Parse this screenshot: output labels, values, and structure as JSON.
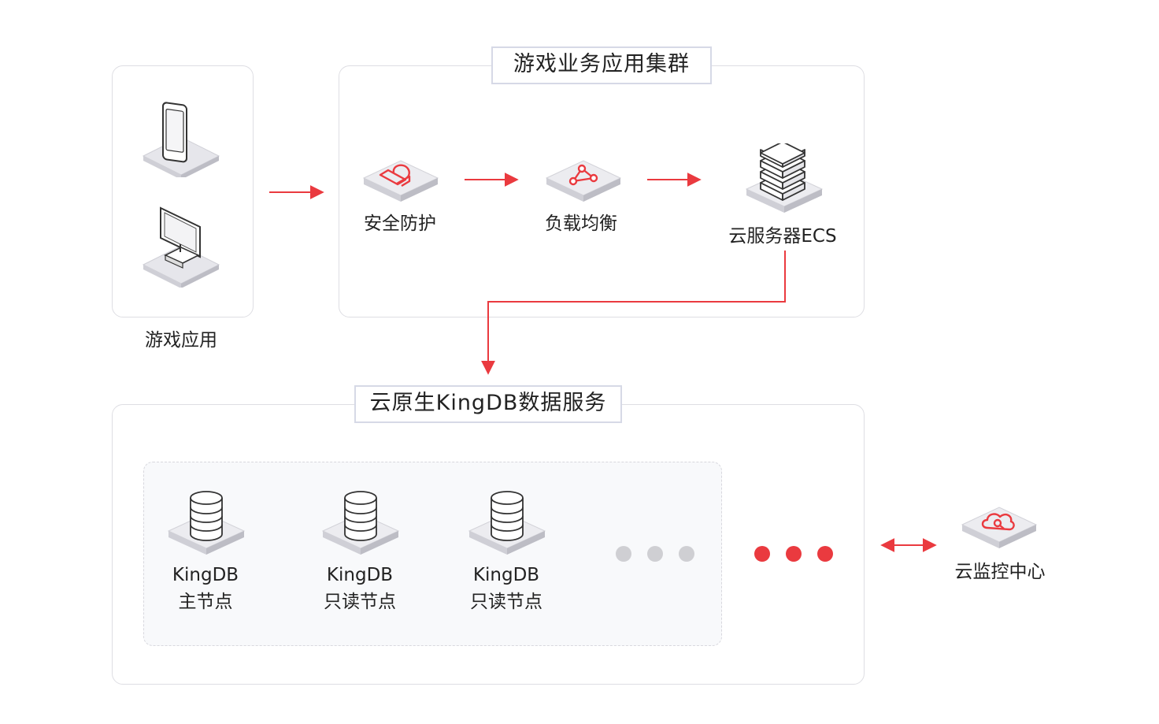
{
  "game_app": {
    "label": "游戏应用"
  },
  "cluster": {
    "title": "游戏业务应用集群",
    "security_label": "安全防护",
    "lb_label": "负载均衡",
    "ecs_label": "云服务器ECS"
  },
  "db": {
    "title": "云原生KingDB数据服务",
    "nodes": [
      {
        "line1": "KingDB",
        "line2": "主节点"
      },
      {
        "line1": "KingDB",
        "line2": "只读节点"
      },
      {
        "line1": "KingDB",
        "line2": "只读节点"
      }
    ]
  },
  "monitor": {
    "label": "云监控中心"
  },
  "colors": {
    "accent": "#ea3a3f",
    "border": "#dedee3",
    "tile": "#e9e9ee"
  }
}
